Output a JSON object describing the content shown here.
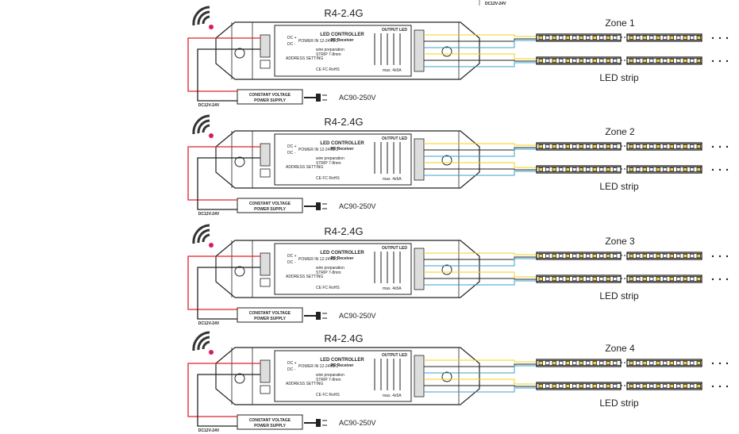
{
  "page": {
    "top_note": "DC12V-24V",
    "icon": "wireless-signal-icon",
    "colors": {
      "wire_red": "#e0202a",
      "wire_yellow": "#f2d21b",
      "wire_blue": "#3aa0c8",
      "signal_dot": "#d81b60"
    }
  },
  "blocks": [
    {
      "model": "R4-2.4G",
      "zone": "Zone 1",
      "strip_label": "LED strip",
      "controller": {
        "title": "LED CONTROLLER",
        "subtitle": "RF Receiver",
        "output": "OUTPUT LED",
        "power_label": "POWER IN 12-24VDC",
        "address": "ADDRESS SETTING",
        "wire_prep": "wire preparation",
        "strip": "STRIP 7-8mm",
        "max": "max. 4x5A",
        "cert": "CE FC RoHS",
        "dc_plus": "DC +",
        "dc_minus": "DC -"
      },
      "psu": {
        "line1": "CONSTANT VOLTAGE",
        "line2": "POWER SUPPLY"
      },
      "dc_label": "DC12V-24V",
      "ac_label": "AC90-250V"
    },
    {
      "model": "R4-2.4G",
      "zone": "Zone 2",
      "strip_label": "LED strip",
      "controller": {
        "title": "LED CONTROLLER",
        "subtitle": "RF Receiver",
        "output": "OUTPUT LED",
        "power_label": "POWER IN 12-24VDC",
        "address": "ADDRESS SETTING",
        "wire_prep": "wire preparation",
        "strip": "STRIP 7-8mm",
        "max": "max. 4x5A",
        "cert": "CE FC RoHS",
        "dc_plus": "DC +",
        "dc_minus": "DC -"
      },
      "psu": {
        "line1": "CONSTANT VOLTAGE",
        "line2": "POWER SUPPLY"
      },
      "dc_label": "DC12V-24V",
      "ac_label": "AC90-250V"
    },
    {
      "model": "R4-2.4G",
      "zone": "Zone 3",
      "strip_label": "LED strip",
      "controller": {
        "title": "LED CONTROLLER",
        "subtitle": "RF Receiver",
        "output": "OUTPUT LED",
        "power_label": "POWER IN 12-24VDC",
        "address": "ADDRESS SETTING",
        "wire_prep": "wire preparation",
        "strip": "STRIP 7-8mm",
        "max": "max. 4x5A",
        "cert": "CE FC RoHS",
        "dc_plus": "DC +",
        "dc_minus": "DC -"
      },
      "psu": {
        "line1": "CONSTANT VOLTAGE",
        "line2": "POWER SUPPLY"
      },
      "dc_label": "DC12V-24V",
      "ac_label": "AC90-250V"
    },
    {
      "model": "R4-2.4G",
      "zone": "Zone 4",
      "strip_label": "LED strip",
      "controller": {
        "title": "LED CONTROLLER",
        "subtitle": "RF Receiver",
        "output": "OUTPUT LED",
        "power_label": "POWER IN 12-24VDC",
        "address": "ADDRESS SETTING",
        "wire_prep": "wire preparation",
        "strip": "STRIP 7-8mm",
        "max": "max. 4x5A",
        "cert": "CE FC RoHS",
        "dc_plus": "DC +",
        "dc_minus": "DC -"
      },
      "psu": {
        "line1": "CONSTANT VOLTAGE",
        "line2": "POWER SUPPLY"
      },
      "dc_label": "DC12V-24V",
      "ac_label": "AC90-250V"
    }
  ]
}
